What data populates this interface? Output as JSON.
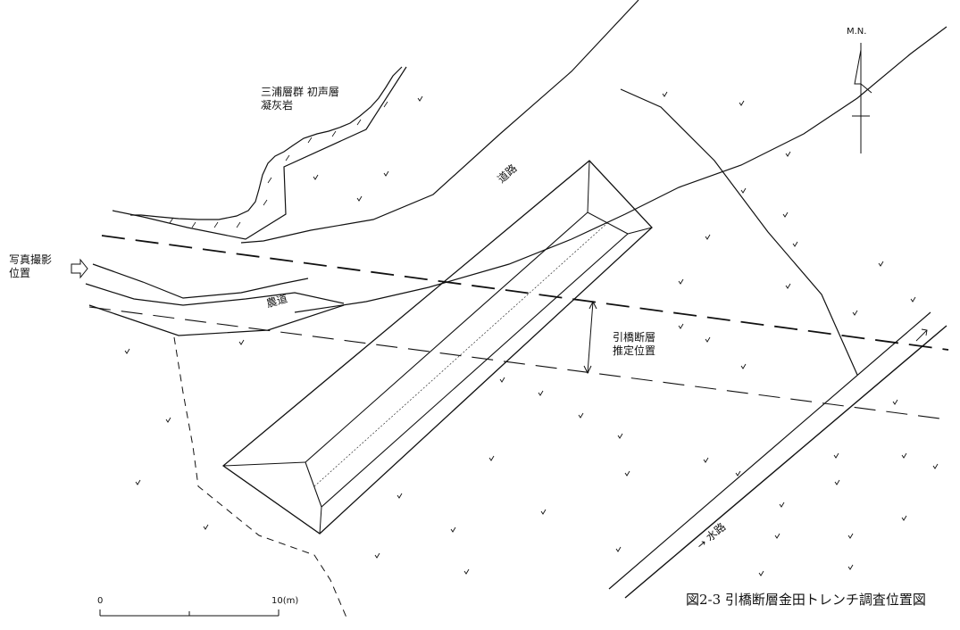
{
  "figure": {
    "caption": "図2-3 引橋断層金田トレンチ調査位置図"
  },
  "labels": {
    "rock_line1": "三浦層群 初声層",
    "rock_line2": "凝灰岩",
    "road": "道路",
    "farm_road": "農道",
    "photo_line1": "写真撮影",
    "photo_line2": "位置",
    "fault_line1": "引橋断層",
    "fault_line2": "推定位置",
    "waterway": "水路"
  },
  "north_arrow": {
    "label": "M.N."
  },
  "scale_bar": {
    "start_label": "0",
    "end_label": "10(m)"
  }
}
